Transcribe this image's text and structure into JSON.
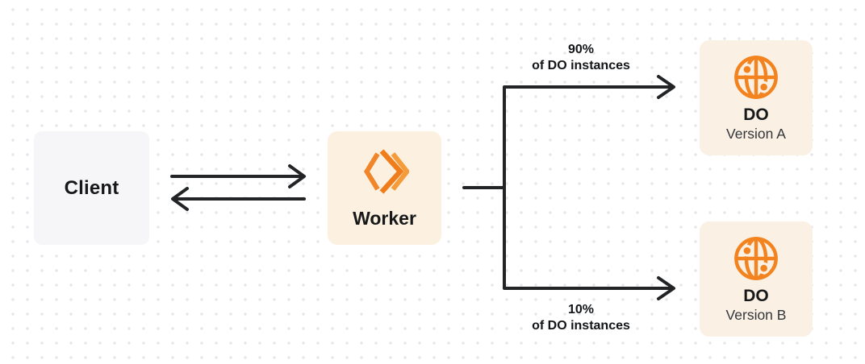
{
  "diagram": {
    "client": {
      "label": "Client"
    },
    "worker": {
      "label": "Worker",
      "icon": "workers-logo-icon"
    },
    "do_version_a": {
      "title": "DO",
      "subtitle": "Version A",
      "icon": "globe-icon"
    },
    "do_version_b": {
      "title": "DO",
      "subtitle": "Version B",
      "icon": "globe-icon"
    },
    "top_branch_label": {
      "percent": "90%",
      "caption": "of DO instances"
    },
    "bottom_branch_label": {
      "percent": "10%",
      "caption": "of DO instances"
    },
    "colors": {
      "orange": "#F3831F",
      "orange_light": "#F59C3A",
      "worker_box_bg": "#FCF1E1",
      "do_box_bg": "#FAF0E3",
      "client_box_bg": "#F6F6F8",
      "line": "#232426",
      "text": "#16181A",
      "subtext": "#33363B",
      "dot_grid": "#E9E9EB"
    }
  }
}
